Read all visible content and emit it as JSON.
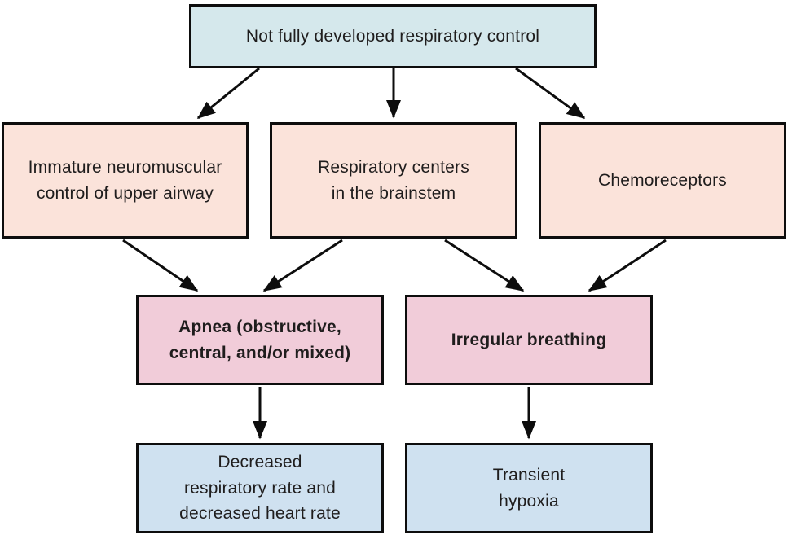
{
  "diagram": {
    "description": "Flowchart: consequences of not fully developed respiratory control",
    "colors": {
      "background": "#ffffff",
      "border": "#0d0d0d",
      "arrow": "#0d0d0d",
      "text": "#1f1d1d",
      "top_box_fill": "#d5e8ec",
      "cause_box_fill": "#fbe3da",
      "condition_box_fill": "#f1ccd9",
      "outcome_box_fill": "#cfe1f0"
    },
    "nodes": [
      {
        "id": "root",
        "text": "Not fully developed respiratory control",
        "fill": "#d5e8ec"
      },
      {
        "id": "immature",
        "text": "Immature neuromuscular\ncontrol of upper airway",
        "fill": "#fbe3da"
      },
      {
        "id": "brainstem",
        "text": "Respiratory centers\nin the brainstem",
        "fill": "#fbe3da"
      },
      {
        "id": "chemo",
        "text": "Chemoreceptors",
        "fill": "#fbe3da"
      },
      {
        "id": "apnea",
        "text": "Apnea (obstructive,\ncentral, and/or mixed)",
        "fill": "#f1ccd9"
      },
      {
        "id": "irregular",
        "text": "Irregular breathing",
        "fill": "#f1ccd9"
      },
      {
        "id": "decreased",
        "text": "Decreased\nrespiratory rate and\ndecreased heart rate",
        "fill": "#cfe1f0"
      },
      {
        "id": "hypoxia",
        "text": "Transient\nhypoxia",
        "fill": "#cfe1f0"
      }
    ],
    "edges": [
      {
        "from": "root",
        "to": "immature"
      },
      {
        "from": "root",
        "to": "brainstem"
      },
      {
        "from": "root",
        "to": "chemo"
      },
      {
        "from": "immature",
        "to": "apnea"
      },
      {
        "from": "brainstem",
        "to": "apnea"
      },
      {
        "from": "brainstem",
        "to": "irregular"
      },
      {
        "from": "chemo",
        "to": "irregular"
      },
      {
        "from": "apnea",
        "to": "decreased"
      },
      {
        "from": "irregular",
        "to": "hypoxia"
      }
    ]
  }
}
